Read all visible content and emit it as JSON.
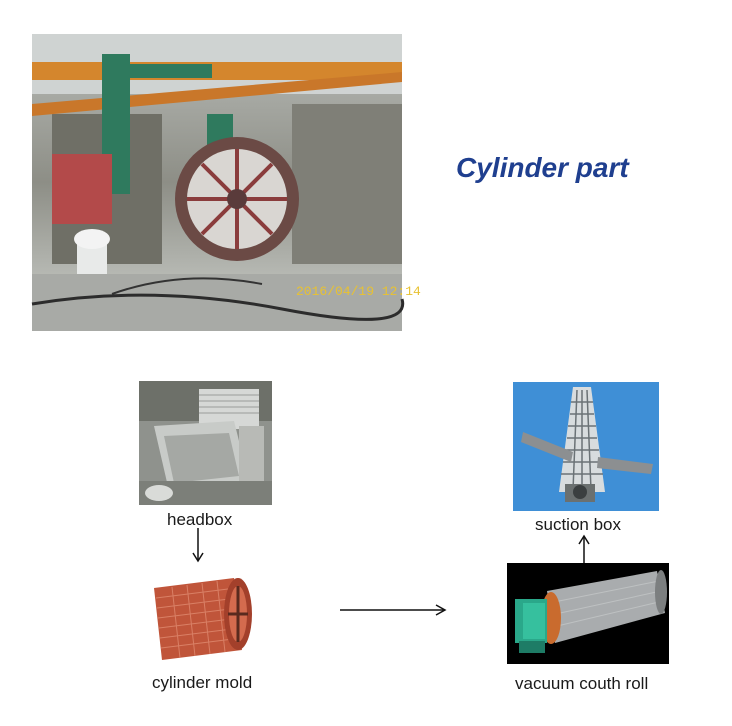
{
  "title": "Cylinder part",
  "main_photo": {
    "timestamp": "2016/04/19  12:14"
  },
  "components": {
    "headbox": "headbox",
    "suction_box": "suction box",
    "cylinder_mold": "cylinder mold",
    "vacuum_couth_roll": "vacuum couth roll"
  },
  "colors": {
    "title": "#1f3f8f",
    "suction_box_bg": "#3f8fd6",
    "couth_roll_bg": "#000000",
    "cylinder_mold_mesh": "#c0553a",
    "couth_roll_end": "#2aa88a"
  }
}
